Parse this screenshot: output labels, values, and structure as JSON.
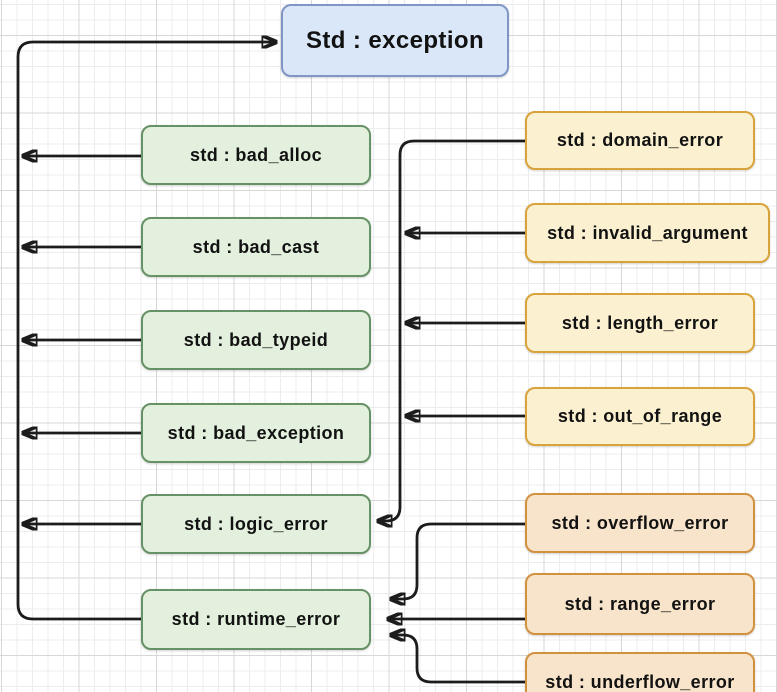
{
  "diagram": {
    "root": {
      "label": "Std : exception"
    },
    "base_classes": [
      {
        "label": "std : bad_alloc"
      },
      {
        "label": "std : bad_cast"
      },
      {
        "label": "std : bad_typeid"
      },
      {
        "label": "std : bad_exception"
      },
      {
        "label": "std : logic_error"
      },
      {
        "label": "std : runtime_error"
      }
    ],
    "logic_error_children": [
      {
        "label": "std : domain_error"
      },
      {
        "label": "std : invalid_argument"
      },
      {
        "label": "std : length_error"
      },
      {
        "label": "std : out_of_range"
      }
    ],
    "runtime_error_children": [
      {
        "label": "std : overflow_error"
      },
      {
        "label": "std : range_error"
      },
      {
        "label": "std : underflow_error"
      }
    ],
    "colors": {
      "root_fill": "#d9e7f8",
      "root_border": "#8196c6",
      "base_fill": "#e2f0dd",
      "base_border": "#669266",
      "logic_child_fill": "#fbf1d0",
      "logic_child_border": "#d9a33b",
      "runtime_child_fill": "#f8e4cb",
      "runtime_child_border": "#d2913e",
      "edge": "#1c1c1c"
    }
  }
}
